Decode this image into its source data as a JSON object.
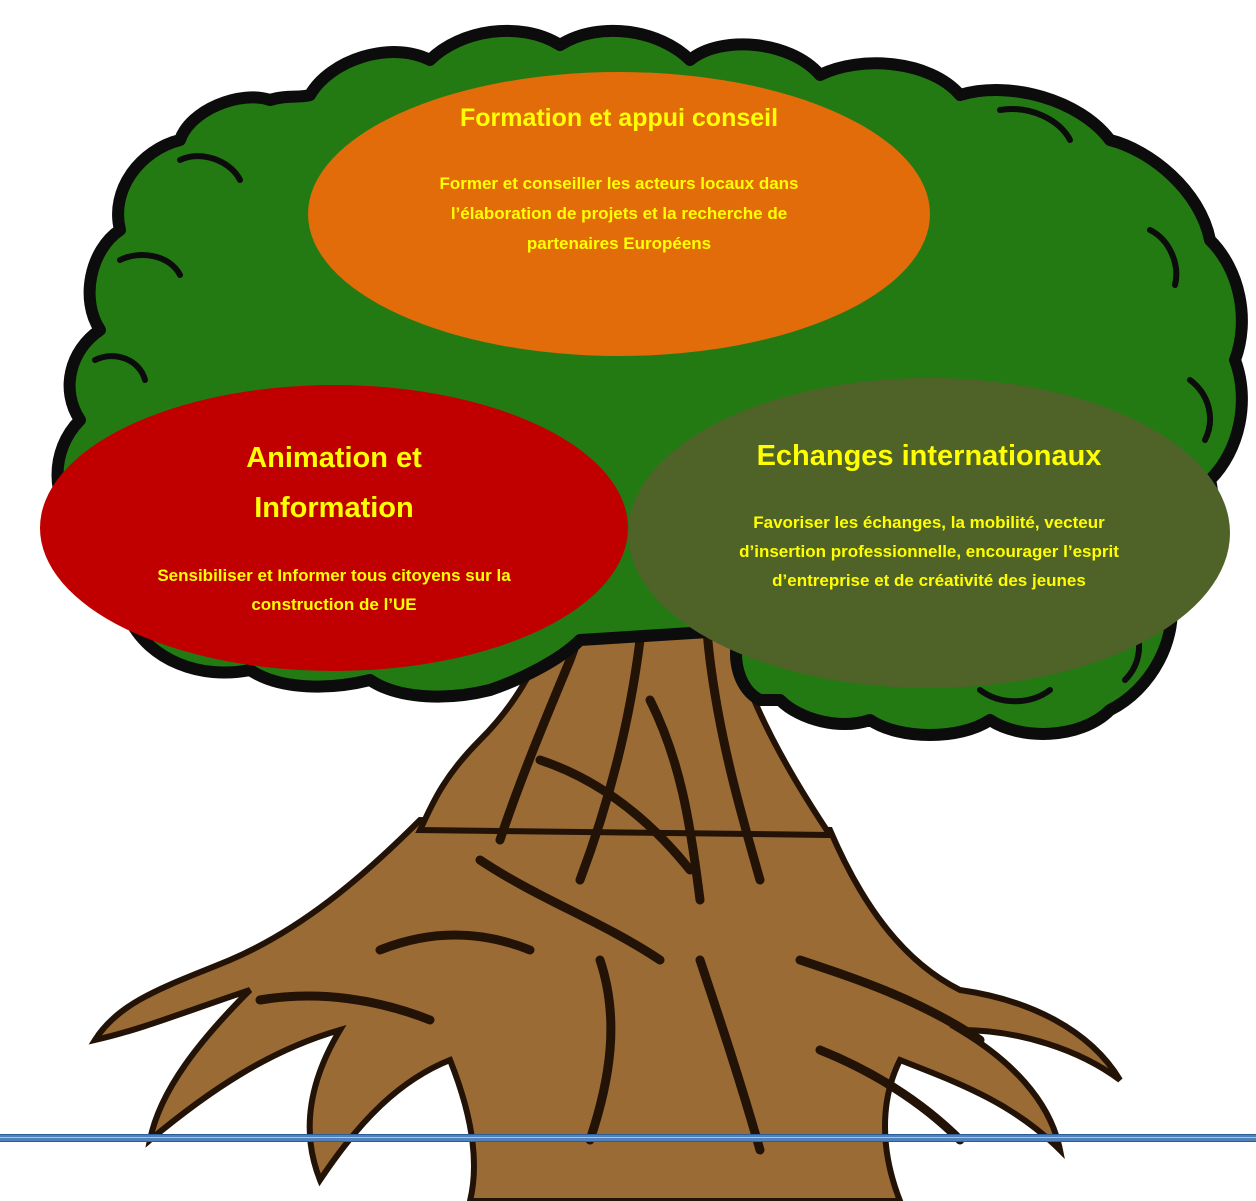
{
  "colors": {
    "foliage": "#237a12",
    "foliage_outline": "#0c0c0c",
    "trunk": "#9b6b35",
    "trunk_lines": "#231307",
    "text": "#ffff00",
    "rule": "#4f81bd"
  },
  "bubbles": {
    "top": {
      "title": "Formation et appui conseil",
      "desc": "Former et conseiller les acteurs locaux dans l’élaboration de projets et la recherche de partenaires Européens",
      "color": "#e36c0a"
    },
    "left": {
      "title": "Animation et Information",
      "desc": "Sensibiliser et Informer tous citoyens sur la construction de l’UE",
      "color": "#c00000"
    },
    "right": {
      "title": "Echanges internationaux",
      "desc": "Favoriser les échanges, la mobilité, vecteur d’insertion professionnelle, encourager l’esprit d’entreprise et de créativité des jeunes",
      "color": "#4f6228"
    }
  }
}
